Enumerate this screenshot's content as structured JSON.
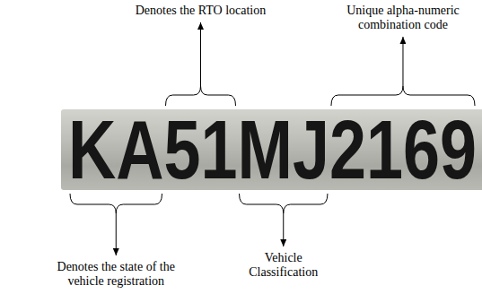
{
  "diagram": {
    "nodes": [
      {
        "text": [
          "KA51MJ2169"
        ]
      }
    ],
    "labels": [
      "Unique alpha-numeric combination code",
      "Denotes the RTO location",
      "Denotes the state of the vehicle registration",
      "Vehicle Classification"
    ]
  }
}
